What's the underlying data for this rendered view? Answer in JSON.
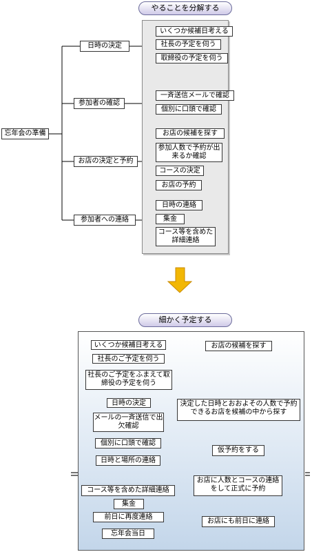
{
  "top": {
    "title": "やることを分解する",
    "root": "忘年会の準備",
    "groups": [
      {
        "label": "日時の決定",
        "tasks": [
          "いくつか候補日考える",
          "社長の予定を伺う",
          "取締役の予定を伺う"
        ]
      },
      {
        "label": "参加者の確認",
        "tasks": [
          "一斉送信メールで確認",
          "個別に口頭で確認"
        ]
      },
      {
        "label": "お店の決定と予約",
        "tasks": [
          "お店の候補を探す",
          "参加人数で予約が出来るか確認",
          "コースの決定",
          "お店の予約"
        ]
      },
      {
        "label": "参加者への連絡",
        "tasks": [
          "日時の連絡",
          "集金",
          "コース等を含めた詳細連絡"
        ]
      }
    ]
  },
  "bottom": {
    "title": "細かく予定する",
    "left_flow": [
      "いくつか候補日考える",
      "社長のご予定を伺う",
      "社長のご予定をふまえて取締役の予定を伺う",
      "日時の決定",
      "メールの一斉送信で出欠確認",
      "個別に口頭で確認",
      "日時と場所の連絡",
      "コース等を含めた詳細連絡",
      "集金",
      "前日に再度連絡",
      "忘年会当日"
    ],
    "right_flow": [
      "お店の候補を探す",
      "決定した日時とおおよその人数で予約できるお店を候補の中から探す",
      "仮予約をする",
      "お店に人数とコースの連絡をして正式に予約",
      "お店にも前日に連絡"
    ]
  },
  "colors": {
    "arrow": "#f2b705",
    "arrow_dark": "#c98a00",
    "panel_bottom": "#c3d6ea",
    "pill_bottom": "#cfc9e8"
  }
}
